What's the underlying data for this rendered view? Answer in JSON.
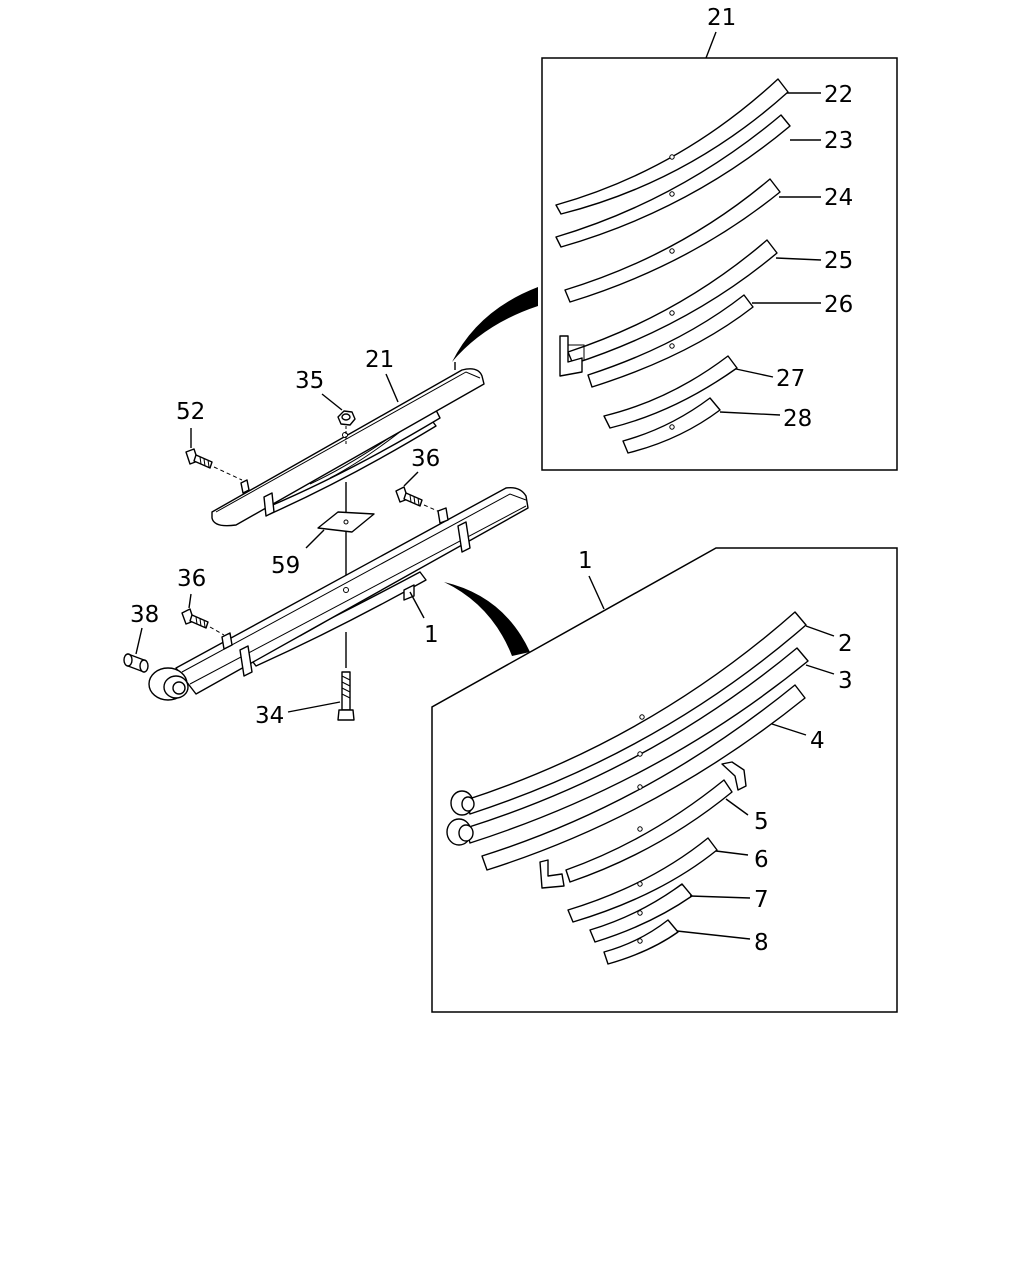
{
  "callouts": {
    "top_box_ref": "21",
    "bottom_box_ref": "1",
    "top_leaves": [
      "22",
      "23",
      "24",
      "25",
      "26",
      "27",
      "28"
    ],
    "bottom_leaves": [
      "2",
      "3",
      "4",
      "5",
      "6",
      "7",
      "8"
    ],
    "assembly": {
      "upper_spring": "21",
      "lower_spring": "1",
      "nut": "35",
      "bolt_upper_left": "52",
      "bolt_right": "36",
      "bolt_left": "36",
      "pin": "38",
      "plate": "59",
      "center_bolt": "34"
    }
  }
}
